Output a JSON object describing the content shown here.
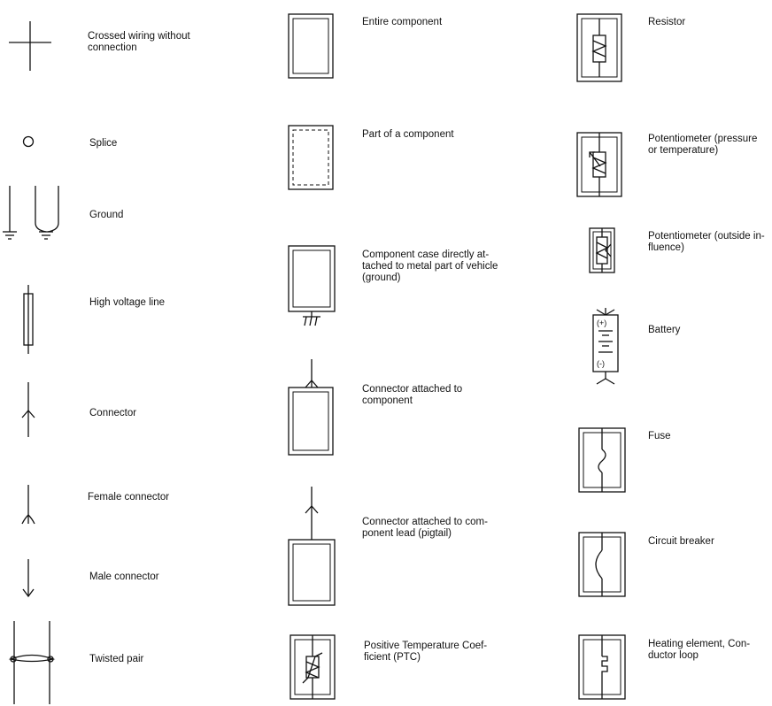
{
  "symbols": {
    "crossed_wiring": "Crossed wiring without\nconnection",
    "splice": "Splice",
    "ground": "Ground",
    "high_voltage_line": "High voltage line",
    "connector": "Connector",
    "female_connector": "Female connector",
    "male_connector": "Male connector",
    "twisted_pair": "Twisted pair",
    "entire_component": "Entire component",
    "part_of_component": "Part of a component",
    "component_case_ground": "Component case directly at-\ntached to metal part of vehicle\n(ground)",
    "connector_attached_component": "Connector attached to\ncomponent",
    "connector_attached_lead": "Connector attached to com-\nponent lead (pigtail)",
    "ptc": "Positive Temperature Coef-\nficient (PTC)",
    "resistor": "Resistor",
    "potentiometer_pressure": "Potentiometer (pressure\nor temperature)",
    "potentiometer_outside": "Potentiometer (outside in-\nfluence)",
    "battery": "Battery",
    "battery_plus": "(+)",
    "battery_minus": "(-)",
    "fuse": "Fuse",
    "circuit_breaker": "Circuit breaker",
    "heating_element": "Heating element, Con-\nductor loop"
  }
}
